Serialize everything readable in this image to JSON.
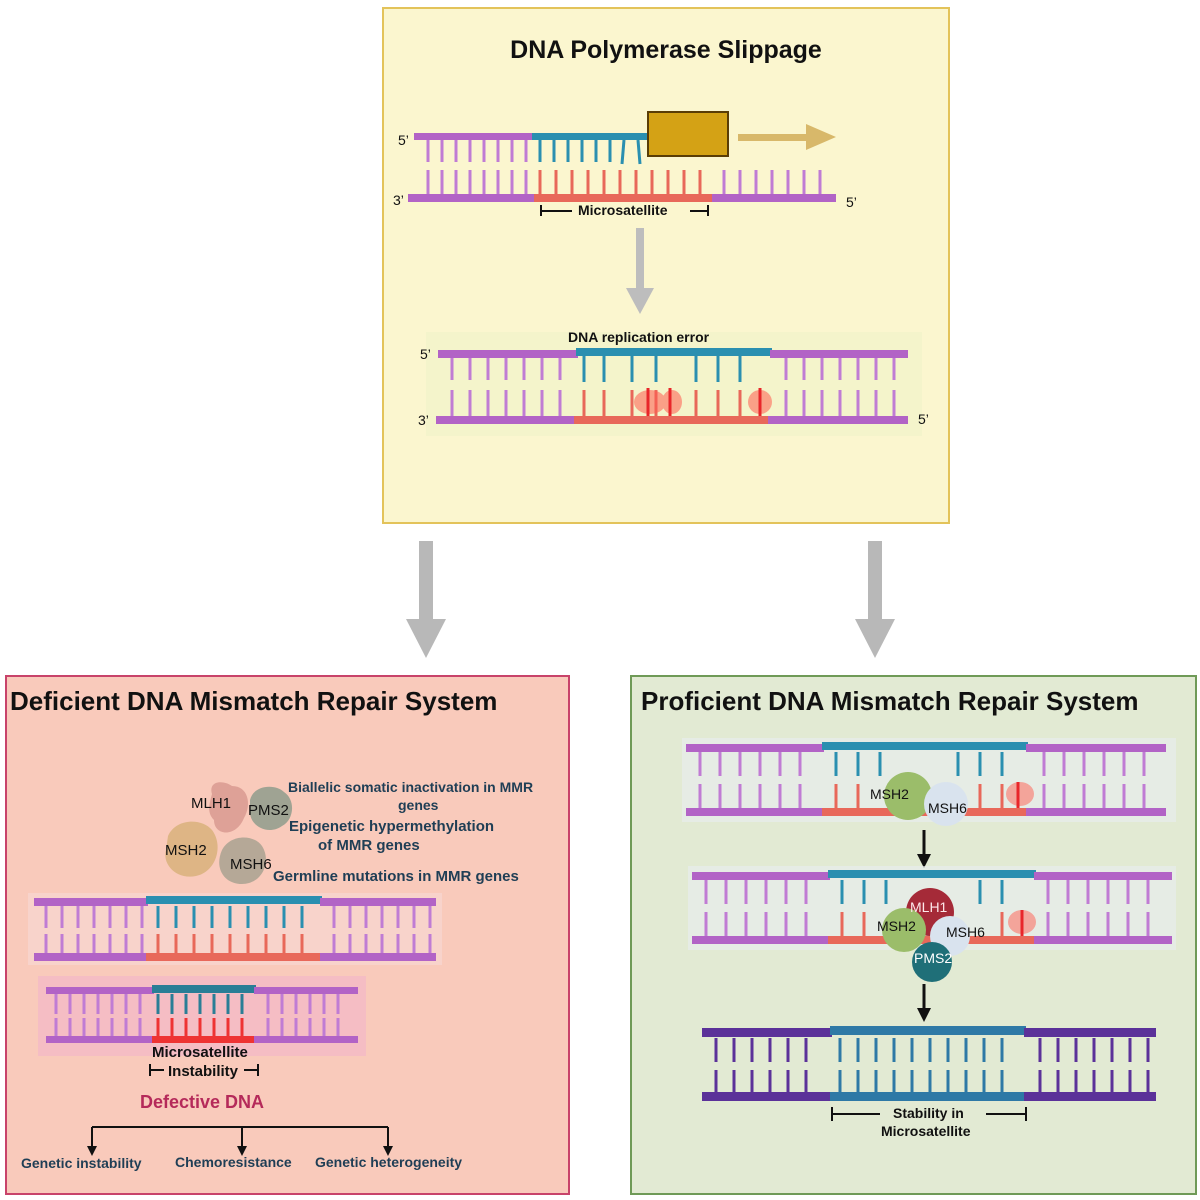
{
  "top": {
    "title": "DNA Polymerase Slippage",
    "strand_5prime": "5’",
    "strand_3prime": "3’",
    "strand_5prime_end": "5’",
    "microsatellite": "Microsatellite",
    "replication_error": "DNA replication error",
    "lower_5prime": "5’",
    "lower_3prime": "3’",
    "lower_5prime_end": "5’"
  },
  "deficient": {
    "title": "Deficient DNA Mismatch Repair System",
    "proteins": {
      "mlh1": "MLH1",
      "pms2": "PMS2",
      "msh2": "MSH2",
      "msh6": "MSH6"
    },
    "cause_1_line1": "Biallelic somatic inactivation in MMR",
    "cause_1_line2": "genes",
    "cause_2_line1": "Epigenetic hypermethylation",
    "cause_2_line2": "of MMR genes",
    "cause_3": "Germline mutations in MMR genes",
    "msi_line1": "Microsatellite",
    "msi_line2": "Instability",
    "defective": "Defective DNA",
    "outcomes": [
      "Genetic instability",
      "Chemoresistance",
      "Genetic heterogeneity"
    ]
  },
  "proficient": {
    "title": "Proficient DNA Mismatch Repair System",
    "step1_proteins": {
      "msh2": "MSH2",
      "msh6": "MSH6"
    },
    "step2_proteins": {
      "mlh1": "MLH1",
      "msh2": "MSH2",
      "msh6": "MSH6",
      "pms2": "PMS2"
    },
    "stability_line1": "Stability in",
    "stability_line2": "Microsatellite"
  },
  "colors": {
    "strand_purple": "#b263c6",
    "rung_purple": "#c07cd4",
    "teal": "#2a8fb0",
    "salmon": "#e8685a",
    "polymerase": "#d4a215",
    "arrow_gray": "#b8b8b8",
    "dark_purple": "#5b3199",
    "dark_teal": "#2e79a6"
  }
}
